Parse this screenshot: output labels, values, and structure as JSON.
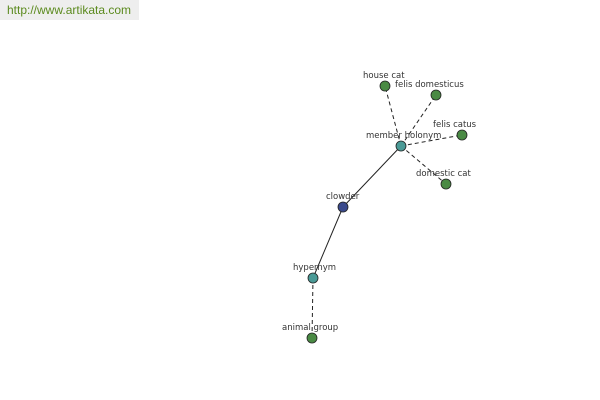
{
  "header": {
    "url": "http://www.artikata.com"
  },
  "colors": {
    "center": "#3a4a8c",
    "relation": "#4a9a96",
    "leaf": "#4a8a44"
  },
  "graph": {
    "nodes": [
      {
        "id": "clowder",
        "label": "clowder",
        "kind": "center"
      },
      {
        "id": "member-holonym",
        "label": "member holonym",
        "kind": "relation"
      },
      {
        "id": "hypernym",
        "label": "hypernym",
        "kind": "relation"
      },
      {
        "id": "house-cat",
        "label": "house cat",
        "kind": "leaf"
      },
      {
        "id": "felis-domesticus",
        "label": "felis domesticus",
        "kind": "leaf"
      },
      {
        "id": "felis-catus",
        "label": "felis catus",
        "kind": "leaf"
      },
      {
        "id": "domestic-cat",
        "label": "domestic cat",
        "kind": "leaf"
      },
      {
        "id": "animal-group",
        "label": "animal group",
        "kind": "leaf"
      }
    ],
    "edges": [
      {
        "from": "clowder",
        "to": "member-holonym",
        "style": "solid"
      },
      {
        "from": "clowder",
        "to": "hypernym",
        "style": "solid"
      },
      {
        "from": "member-holonym",
        "to": "house-cat",
        "style": "dashed"
      },
      {
        "from": "member-holonym",
        "to": "felis-domesticus",
        "style": "dashed"
      },
      {
        "from": "member-holonym",
        "to": "felis-catus",
        "style": "dashed"
      },
      {
        "from": "member-holonym",
        "to": "domestic-cat",
        "style": "dashed"
      },
      {
        "from": "hypernym",
        "to": "animal-group",
        "style": "dashed"
      }
    ]
  }
}
